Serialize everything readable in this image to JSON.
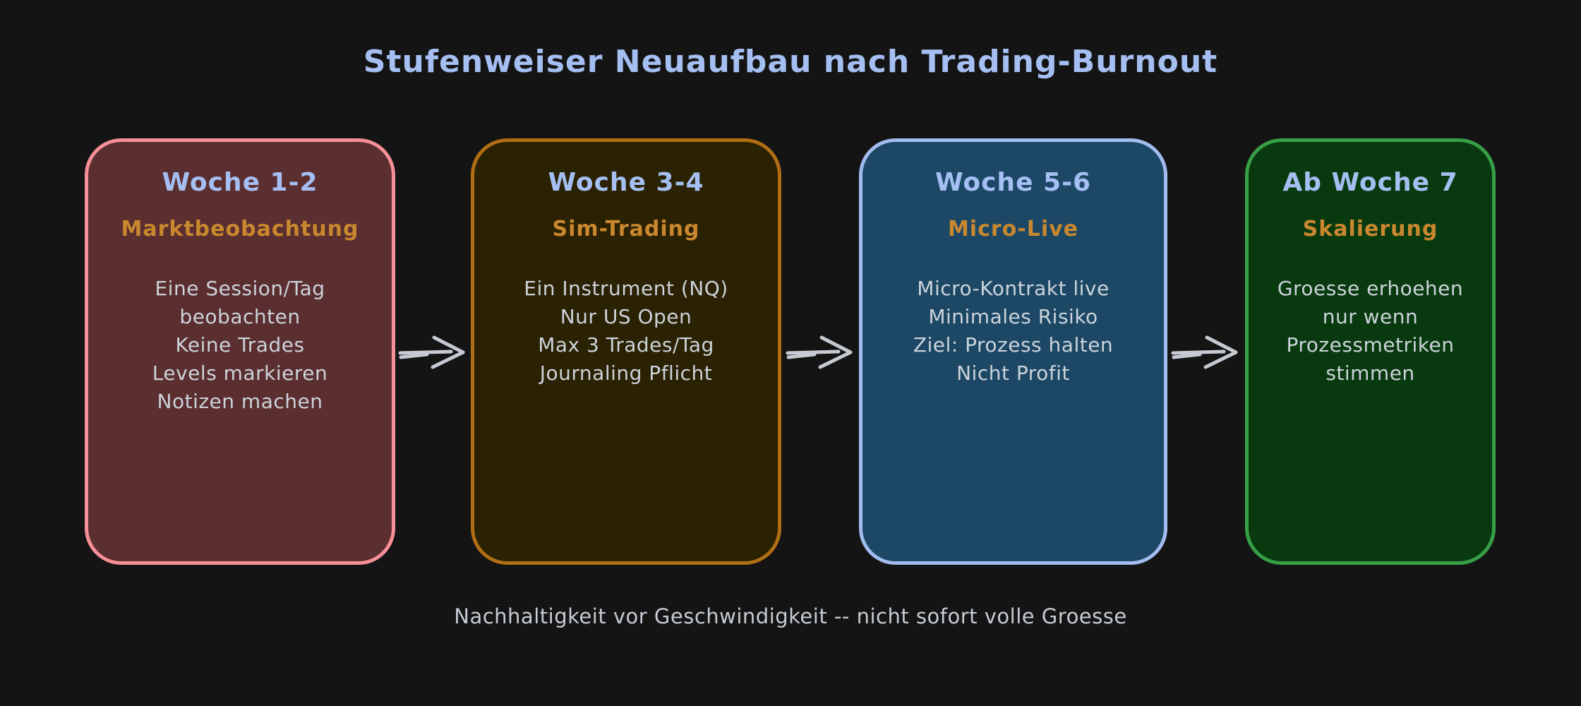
{
  "title": "Stufenweiser Neuaufbau nach Trading-Burnout",
  "footer": "Nachhaltigkeit vor Geschwindigkeit -- nicht sofort volle Groesse",
  "colors": {
    "background": "#141414",
    "title_text": "#a5bff2",
    "week_text": "#a5bff2",
    "phase_text": "#c9882e",
    "body_text": "#ccd3da",
    "footer_text": "#c6ccd4",
    "arrow": "#c6cbd3"
  },
  "stages": [
    {
      "week": "Woche 1-2",
      "phase": "Marktbeobachtung",
      "fill": "#5b2e30",
      "border": "#f78f96",
      "lines": [
        "Eine Session/Tag",
        "beobachten",
        "Keine Trades",
        "Levels markieren",
        "Notizen machen"
      ]
    },
    {
      "week": "Woche 3-4",
      "phase": "Sim-Trading",
      "fill": "#2b2103",
      "border": "#b06f14",
      "lines": [
        "Ein Instrument (NQ)",
        "Nur US Open",
        "Max 3 Trades/Tag",
        "Journaling Pflicht"
      ]
    },
    {
      "week": "Woche 5-6",
      "phase": "Micro-Live",
      "fill": "#1c4866",
      "border": "#a2bcef",
      "lines": [
        "Micro-Kontrakt live",
        "Minimales Risiko",
        "Ziel: Prozess halten",
        "Nicht Profit"
      ]
    },
    {
      "week": "Ab Woche 7",
      "phase": "Skalierung",
      "fill": "#093a0f",
      "border": "#379f46",
      "lines": [
        "Groesse erhoehen",
        "nur wenn",
        "Prozessmetriken",
        "stimmen"
      ]
    }
  ]
}
